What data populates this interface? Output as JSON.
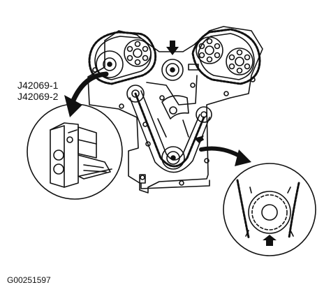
{
  "labels": {
    "tool_1": "J42069-1",
    "tool_2": "J42069-2",
    "figure_id": "G00251597"
  },
  "colors": {
    "line": "#111111",
    "paper": "#ffffff"
  }
}
